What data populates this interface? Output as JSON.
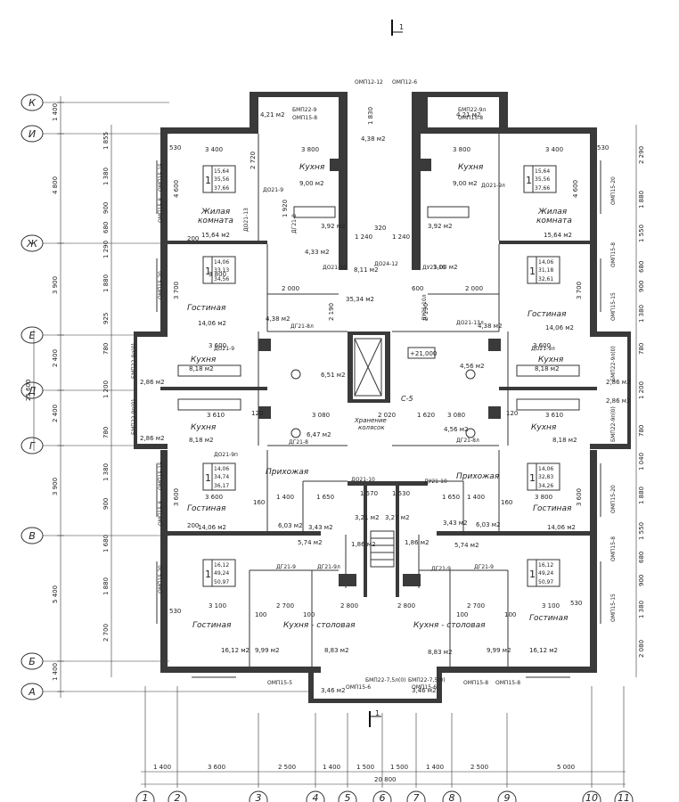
{
  "section_mark": "1",
  "axes": {
    "rows": [
      "К",
      "И",
      "Ж",
      "Е",
      "Д",
      "Г",
      "В",
      "Б",
      "А"
    ],
    "cols": [
      "1",
      "2",
      "3",
      "4",
      "5",
      "6",
      "7",
      "8",
      "9",
      "10",
      "11"
    ]
  },
  "overall_width": "20 800",
  "overall_height": "25 600",
  "bottom_dims": [
    "1 400",
    "3 600",
    "2 500",
    "1 400",
    "1 500",
    "1 500",
    "1 400",
    "2 500",
    "5 000"
  ],
  "left_dims": [
    "1 400",
    "4 800",
    "3 900",
    "2 400",
    "2 400",
    "3 900",
    "5 400",
    "1 400"
  ],
  "left_sub_dims": [
    "1 855",
    "1 380",
    "900",
    "680",
    "1 290",
    "1 880",
    "925",
    "780",
    "1 200",
    "780",
    "1 380",
    "900",
    "1 680",
    "1 880",
    "2 700"
  ],
  "right_dims": [
    "2 290",
    "1 880",
    "1 550",
    "680",
    "900",
    "1 380",
    "780",
    "1 200",
    "780",
    "1 040",
    "1 880",
    "1 550",
    "680",
    "900",
    "1 380",
    "2 080"
  ],
  "windows_top": [
    "ОМП12-12",
    "ОМП12-6"
  ],
  "windows_bottom": [
    "ОМП15-5",
    "ОМП15-6",
    "БМП22-7,5л(0)",
    "БМП22-7,5(0)",
    "ОМП15-6",
    "ОМП15-8",
    "ОМП15-8"
  ],
  "windows_left": [
    "ОМП15-15",
    "ОМП15-8",
    "ОМП15-20",
    "БМП22-9л(0)",
    "БМП22-9п(0)",
    "ОМП15-15",
    "ОМП15-8",
    "ОМП15-20"
  ],
  "windows_right": [
    "ОМП15-20",
    "ОМП15-8",
    "ОМП15-15",
    "БМП22-9л(0)",
    "БМП22-9п(0)",
    "ОМП15-20",
    "ОМП15-8",
    "ОМП15-15"
  ],
  "balcony_top": [
    "БМП22-9",
    "ОМП15-8",
    "БМП22-9л",
    "ОМП15-8"
  ],
  "apartments": [
    {
      "count": "1",
      "a1": "15,64",
      "a2": "35,56",
      "a3": "37,66"
    },
    {
      "count": "1",
      "a1": "15,64",
      "a2": "35,56",
      "a3": "37,66"
    },
    {
      "count": "1",
      "a1": "14,06",
      "a2": "33,13",
      "a3": "34,56"
    },
    {
      "count": "1",
      "a1": "14,06",
      "a2": "31,18",
      "a3": "32,61"
    },
    {
      "count": "1",
      "a1": "14,06",
      "a2": "34,74",
      "a3": "36,17"
    },
    {
      "count": "1",
      "a1": "14,06",
      "a2": "32,83",
      "a3": "34,26"
    },
    {
      "count": "1",
      "a1": "16,12",
      "a2": "49,24",
      "a3": "50,97"
    },
    {
      "count": "1",
      "a1": "16,12",
      "a2": "49,24",
      "a3": "50,97"
    }
  ],
  "rooms": {
    "living_room": "Жилая комната",
    "living_room_l1": "Жилая",
    "living_room_l2": "комната",
    "kitchen": "Кухня",
    "lounge": "Гостиная",
    "hallway": "Прихожая",
    "kitchen_dining": "Кухня - столовая",
    "stroller": "Хранение колясок",
    "stroller_l1": "Хранение",
    "stroller_l2": "колясок",
    "level": "+21,000",
    "c5": "С-5"
  },
  "areas": {
    "a_421": "4,21 м2",
    "a_438": "4,38 м2",
    "a_900": "9,00 м2",
    "a_1564": "15,64 м2",
    "a_392": "3,92 м2",
    "a_433": "4,33 м2",
    "a_811": "8,11 м2",
    "a_300": "3,00 м2",
    "a_3534": "35,34 м2",
    "a_1406": "14,06 м2",
    "a_818": "8,18 м2",
    "a_651": "6,51 м2",
    "a_456": "4,56 м2",
    "a_286": "2,86 м2",
    "a_647": "6,47 м2",
    "a_603": "6,03 м2",
    "a_343": "3,43 м2",
    "a_574": "5,74 м2",
    "a_321": "3,21 м2",
    "a_327": "3,27 м2",
    "a_186": "1,86 м2",
    "a_1612": "16,12 м2",
    "a_999": "9,99 м2",
    "a_883": "8,83 м2",
    "a_346": "3,46 м2"
  },
  "inner_dims": {
    "d3400": "3 400",
    "d3800": "3 800",
    "d1240": "1 240",
    "d320": "320",
    "d2000": "2 000",
    "d600": "600",
    "d3610": "3 610",
    "d3080": "3 080",
    "d1620": "1 620",
    "d2020": "2 020",
    "d3100": "3 100",
    "d2700": "2 700",
    "d2800": "2 800",
    "d1570": "1 570",
    "d1530": "1 530",
    "d1400": "1 400",
    "d1650": "1 650",
    "d3600": "3 600",
    "d4600": "4 600",
    "d200": "200",
    "d100": "100",
    "d120": "120",
    "d160": "160",
    "d530": "530",
    "d3700": "3 700",
    "d2190": "2 190",
    "d1830": "1 830",
    "d2720": "2 720",
    "d1920": "1 920"
  },
  "doors": [
    "ДО21-9",
    "ДО21-13",
    "ДГ21-8",
    "ДО21-10",
    "ДУ21-10",
    "ДО24-12",
    "ДУ21-10л",
    "ДО21-9л",
    "ДГ21-8л",
    "ДО21-13л",
    "ДУ21-8",
    "ДГ21-9",
    "ДГ21-9л",
    "ДО21-9п"
  ],
  "colors": {
    "wall": "#3a3a3a",
    "line": "#333333",
    "background": "#ffffff"
  }
}
